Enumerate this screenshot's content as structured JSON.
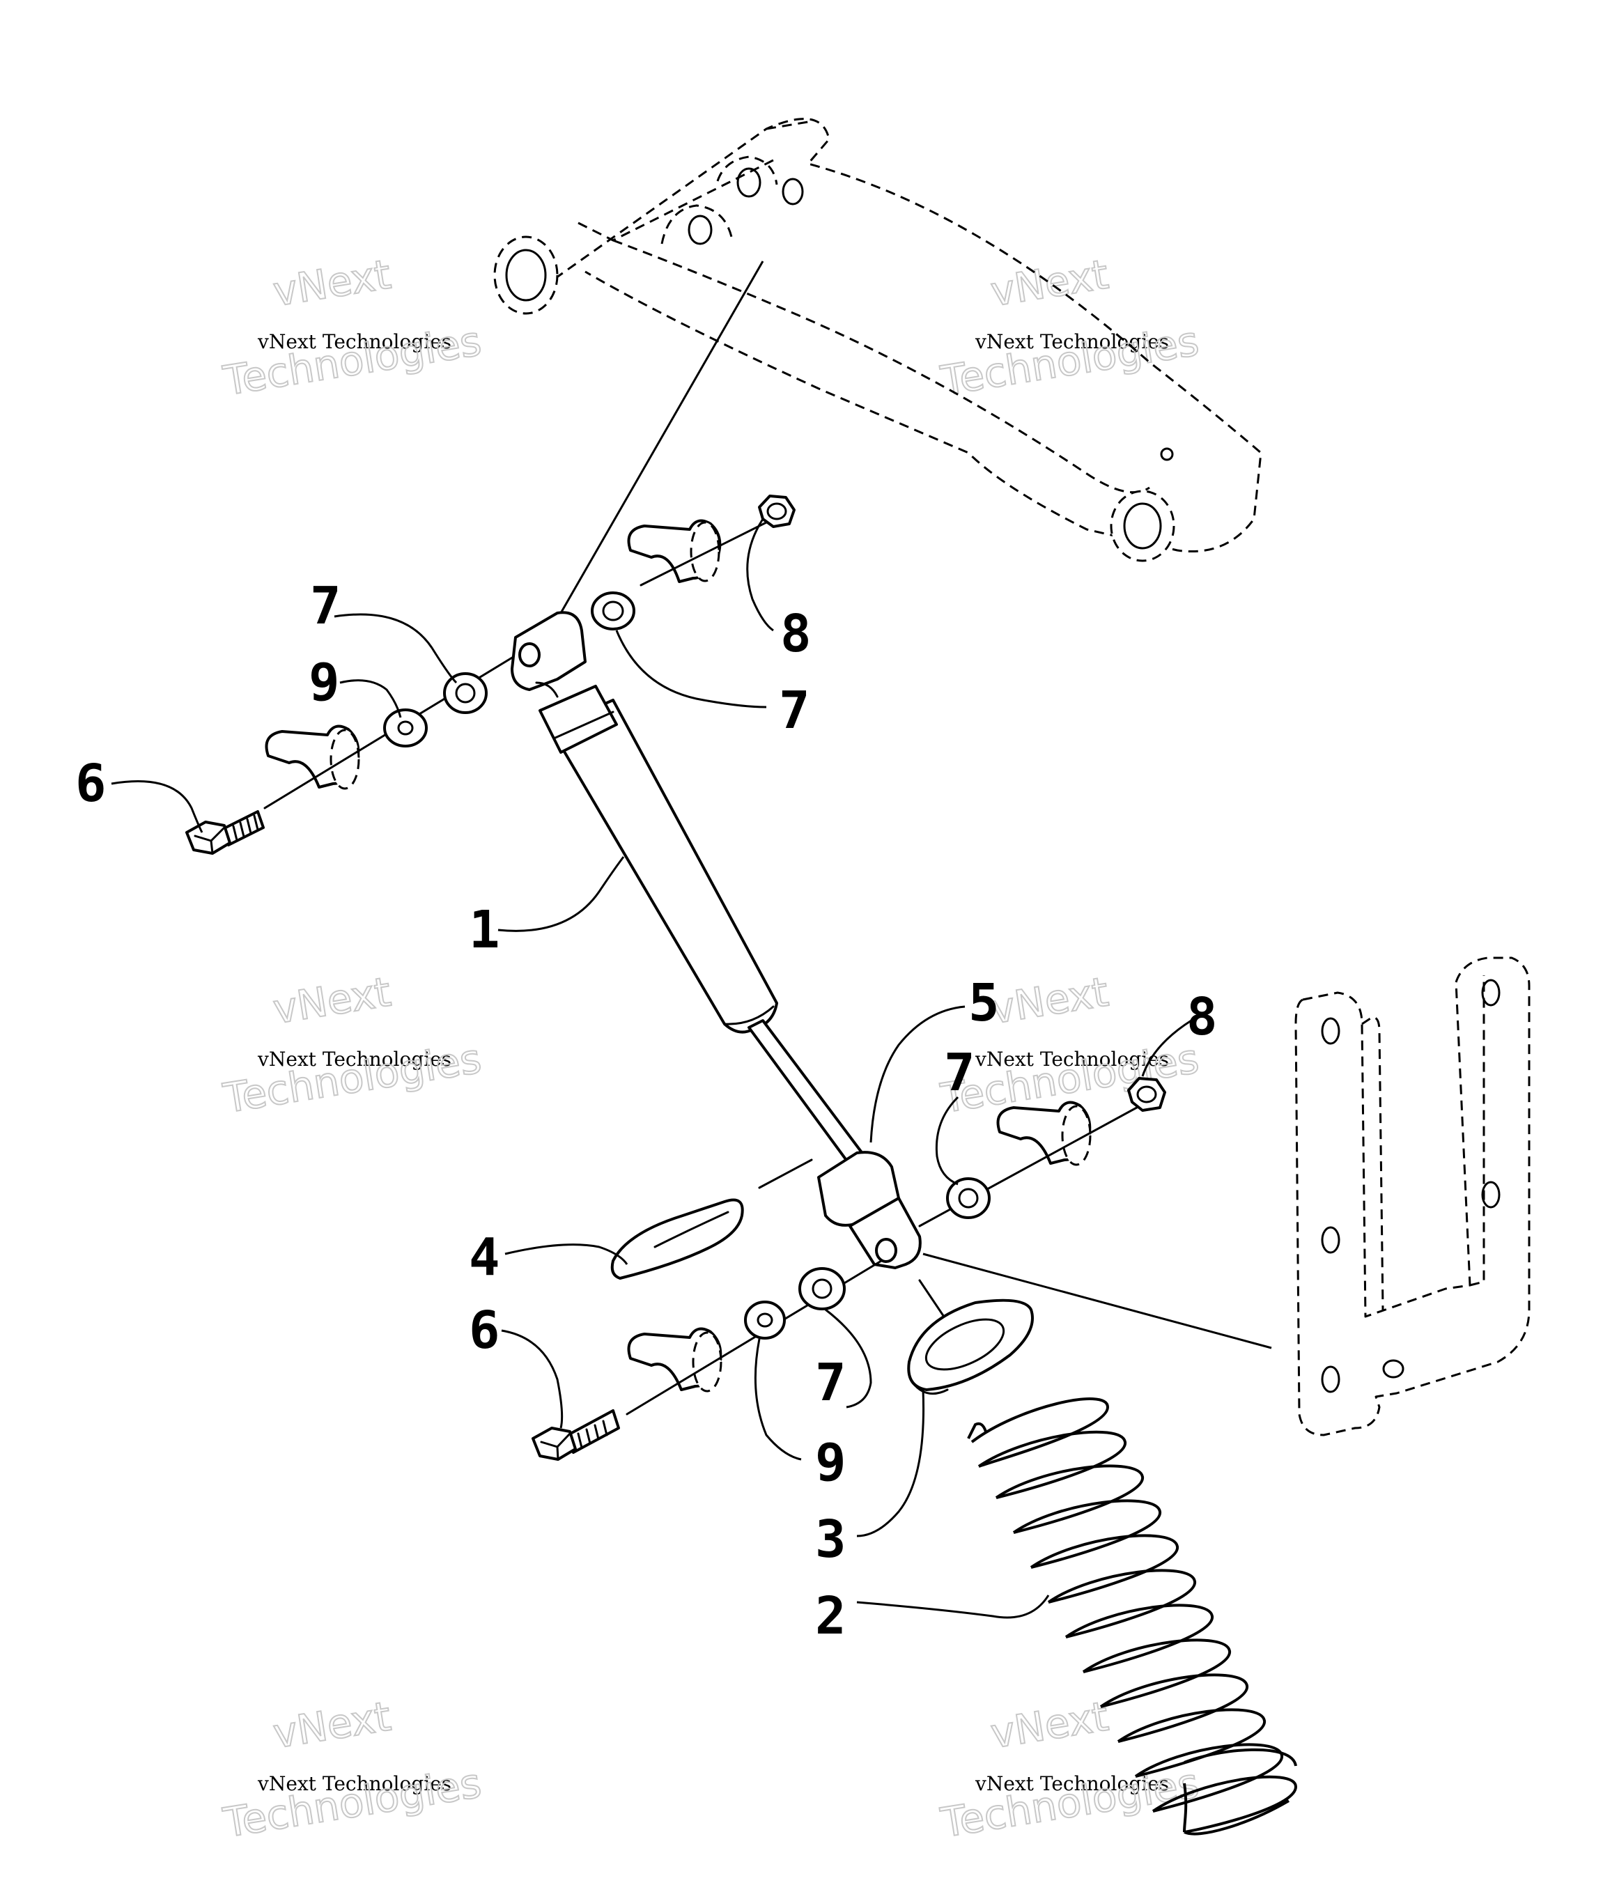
{
  "callouts": {
    "shock_absorber": "1",
    "spring": "2",
    "spring_retainer": "3",
    "spring_seat": "4",
    "lower_bushing": "5",
    "bolt_upper": "6",
    "bolt_lower": "6",
    "sleeve_upper_left": "7",
    "sleeve_upper_right": "7",
    "sleeve_lower_left": "7",
    "sleeve_lower_right": "7",
    "nut_upper": "8",
    "nut_lower": "8",
    "washer_upper": "9",
    "washer_lower": "9"
  },
  "watermarks": [
    {
      "line1": "vNext",
      "line2": "vNext Technologies",
      "line3": "Technologies"
    },
    {
      "line1": "vNext",
      "line2": "vNext Technologies",
      "line3": "Technologies"
    },
    {
      "line1": "vNext",
      "line2": "vNext Technologies",
      "line3": "Technologies"
    },
    {
      "line1": "vNext",
      "line2": "vNext Technologies",
      "line3": "Technologies"
    },
    {
      "line1": "vNext",
      "line2": "vNext Technologies",
      "line3": "Technologies"
    },
    {
      "line1": "vNext",
      "line2": "vNext Technologies",
      "line3": "Technologies"
    }
  ]
}
